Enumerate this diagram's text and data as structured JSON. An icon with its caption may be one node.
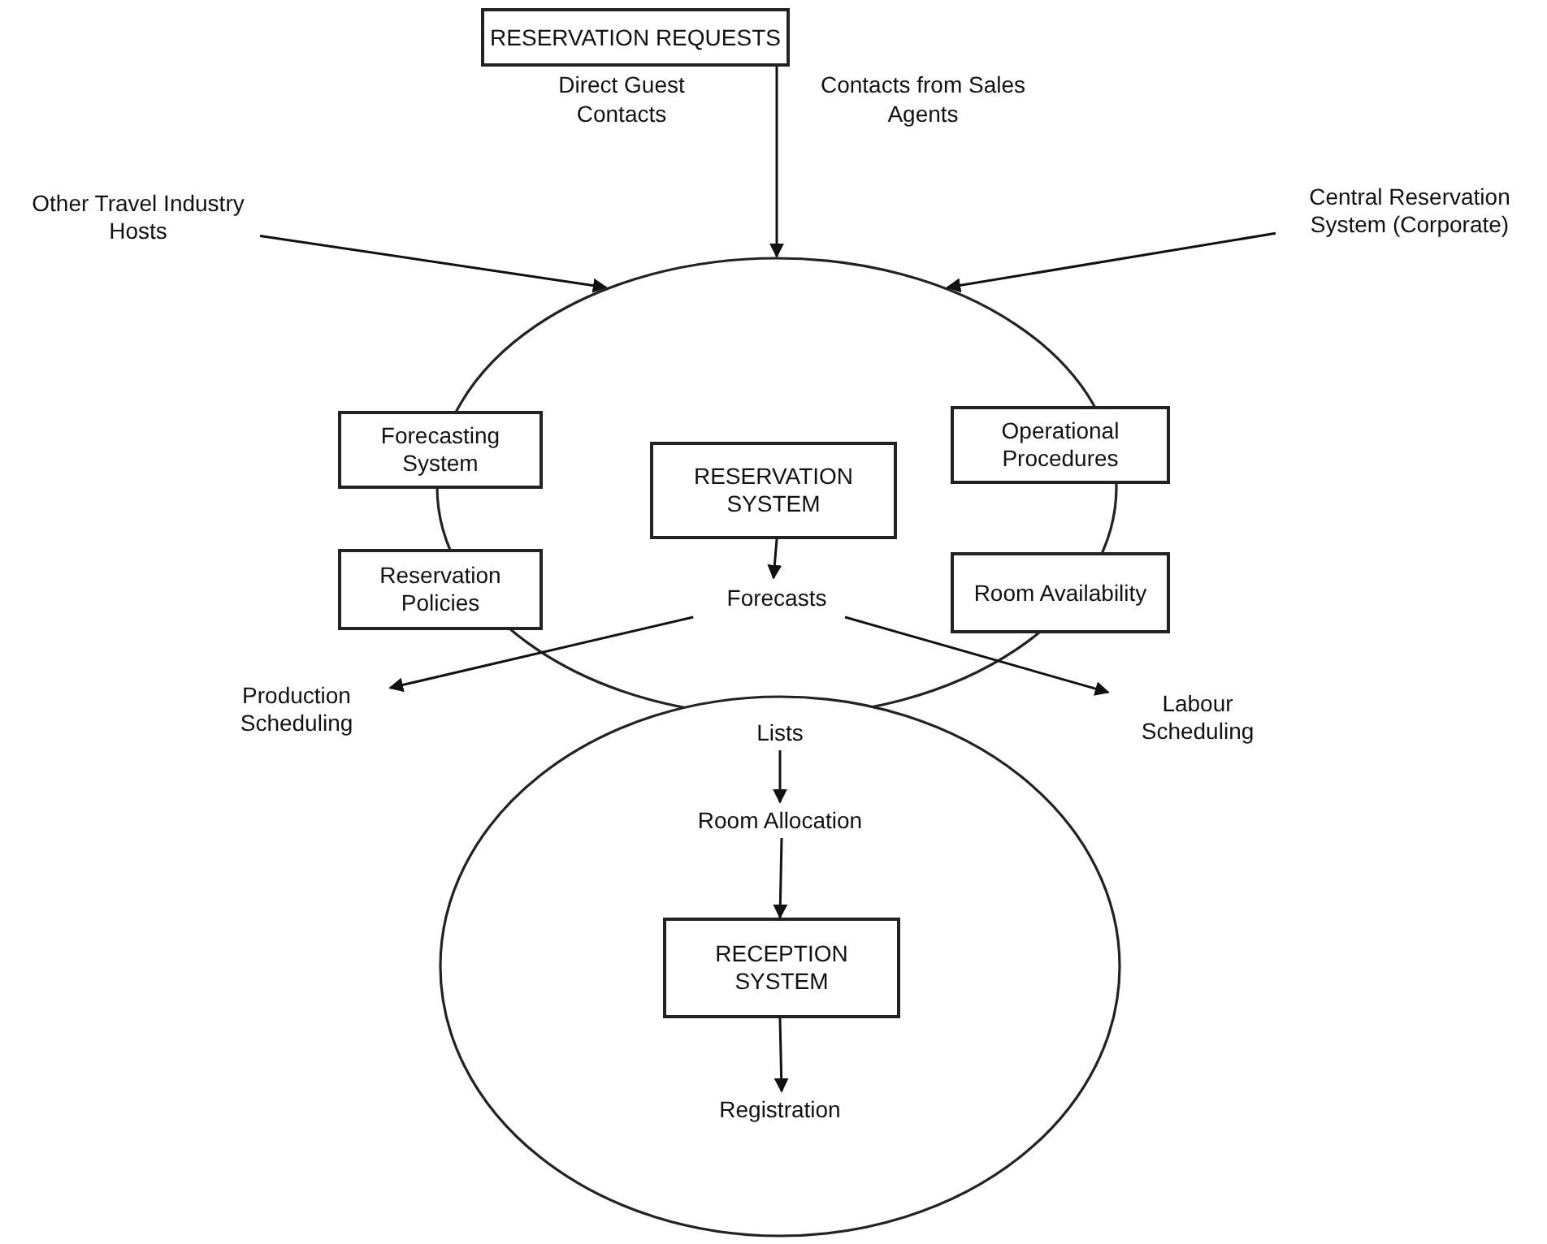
{
  "diagram": {
    "nodes": [
      {
        "text": [
          "RESERVATION REQUESTS"
        ]
      },
      {
        "text": [
          "Other Travel Industry Hosts"
        ]
      },
      {
        "text": [
          "Central Reservation System (Corporate)"
        ]
      },
      {
        "text": [],
        "shape": "circle"
      },
      {
        "text": [
          "Forecasting System"
        ]
      },
      {
        "text": [
          "RESERVATION SYSTEM"
        ],
        "in": 3
      },
      {
        "text": [
          "Operational Procedures"
        ]
      },
      {
        "text": [
          "Reservation Policies"
        ]
      },
      {
        "text": [
          "Room Availability"
        ]
      },
      {
        "text": [
          "Forecasts"
        ],
        "in": 3
      },
      {
        "text": [
          "Production Scheduling"
        ]
      },
      {
        "text": [],
        "shape": "circle"
      },
      {
        "text": [
          "Labour Scheduling"
        ]
      },
      {
        "text": [
          "Lists"
        ],
        "in": 11
      },
      {
        "text": [
          "Room Allocation"
        ],
        "in": 11
      },
      {
        "text": [
          "RECEPTION SYSTEM"
        ],
        "in": 11
      },
      {
        "text": [
          "Registration"
        ],
        "in": 11
      }
    ],
    "edges": [
      {
        "from": 0,
        "to": 3,
        "arrow": "to"
      },
      {
        "from": 1,
        "to": 3,
        "arrow": "to"
      },
      {
        "from": 2,
        "to": 3,
        "arrow": "to"
      },
      {
        "from": 5,
        "to": 9,
        "arrow": "to"
      },
      {
        "from": 9,
        "to": 10,
        "arrow": "to"
      },
      {
        "from": 9,
        "to": 12,
        "arrow": "to"
      },
      {
        "from": 13,
        "to": 14,
        "arrow": "to"
      },
      {
        "from": 14,
        "to": 15,
        "arrow": "to"
      },
      {
        "from": 15,
        "to": 16,
        "arrow": "to"
      }
    ],
    "labels": [
      "Direct Guest Contacts",
      "Contacts from Sales Agents"
    ]
  }
}
